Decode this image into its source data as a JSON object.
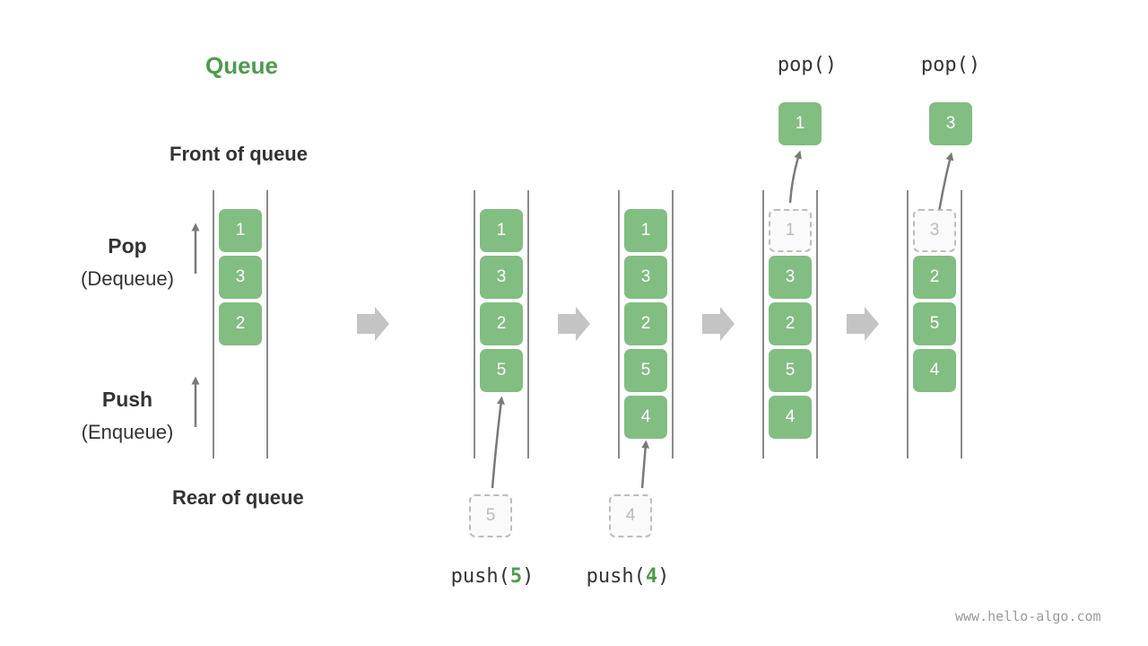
{
  "title": "Queue",
  "front_label": "Front of queue",
  "rear_label": "Rear of queue",
  "pop_label": "Pop",
  "pop_sub": "(Dequeue)",
  "push_label": "Push",
  "push_sub": "(Enqueue)",
  "states": [
    {
      "items": [
        "1",
        "3",
        "2"
      ]
    },
    {
      "items": [
        "1",
        "3",
        "2",
        "5"
      ],
      "op": "push",
      "value": "5"
    },
    {
      "items": [
        "1",
        "3",
        "2",
        "5",
        "4"
      ],
      "op": "push",
      "value": "4"
    },
    {
      "items": [
        "3",
        "2",
        "5",
        "4"
      ],
      "op": "pop",
      "value": "1"
    },
    {
      "items": [
        "2",
        "5",
        "4"
      ],
      "op": "pop",
      "value": "3"
    }
  ],
  "op_text": {
    "push_prefix": "push(",
    "pop_text": "pop()",
    "suffix": ")"
  },
  "watermark": "www.hello-algo.com",
  "colors": {
    "accent": "#4f9a4f",
    "box": "#82bd82",
    "arrow": "#c4c4c4",
    "line": "#7a7a7a"
  }
}
